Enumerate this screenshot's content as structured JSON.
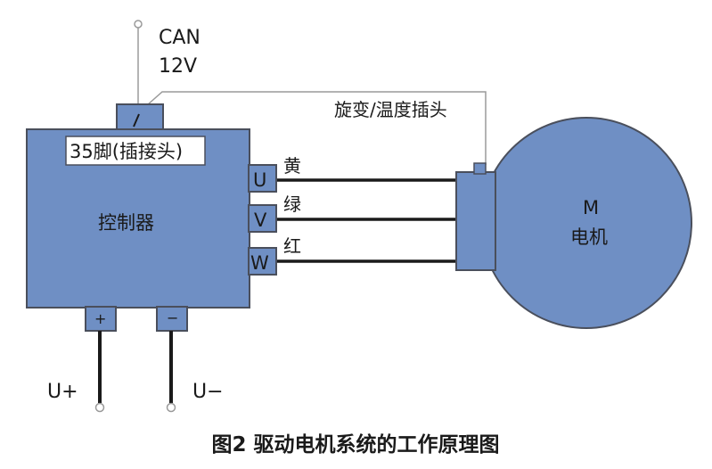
{
  "diagram": {
    "can_label": "CAN",
    "voltage_label": "12V",
    "connector_label": "35脚(插接头)",
    "controller_label": "控制器",
    "resolver_label": "旋变/温度插头",
    "phases": [
      {
        "terminal": "U",
        "color_label": "黄"
      },
      {
        "terminal": "V",
        "color_label": "绿"
      },
      {
        "terminal": "W",
        "color_label": "红"
      }
    ],
    "motor_symbol": "M",
    "motor_label": "电机",
    "dc_terminals": [
      {
        "sign": "+",
        "label": "U+"
      },
      {
        "sign": "−",
        "label": "U−"
      }
    ],
    "caption": "图2 驱动电机系统的工作原理图"
  },
  "colors": {
    "block_fill": "#6f8fc4",
    "block_stroke": "#4a4f5c",
    "wire": "#1a1a1a",
    "thin_wire": "#9a9a9a"
  }
}
